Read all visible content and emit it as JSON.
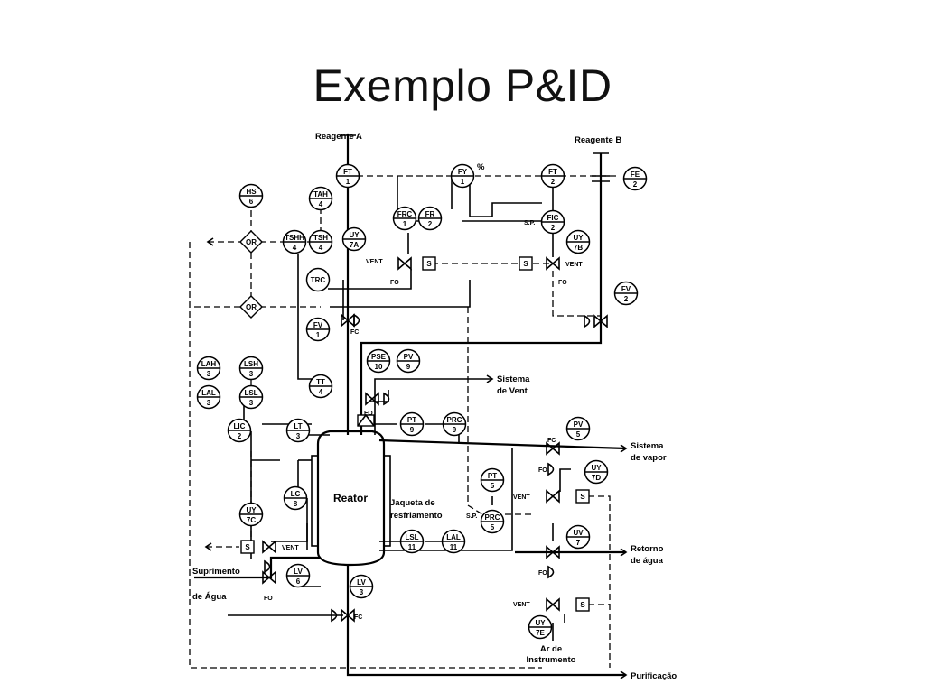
{
  "title": "Exemplo P&ID",
  "labels": {
    "reagente_a": "Reagente A",
    "reagente_b": "Reagente B",
    "sistema_vent_1": "Sistema",
    "sistema_vent_2": "de Vent",
    "sistema_vapor_1": "Sistema",
    "sistema_vapor_2": "de vapor",
    "retorno_1": "Retorno",
    "retorno_2": "de água",
    "suprimento_1": "Suprimento",
    "suprimento_2": "de Água",
    "ar_1": "Ar de",
    "ar_2": "Instrumento",
    "purificacao": "Purificação",
    "reator": "Reator",
    "jaqueta_1": "Jaqueta de",
    "jaqueta_2": "resfriamento",
    "percent": "%"
  },
  "instruments": [
    {
      "id": "ft1",
      "tag": "FT",
      "num": "1"
    },
    {
      "id": "fy1",
      "tag": "FY",
      "num": "1"
    },
    {
      "id": "ft2",
      "tag": "FT",
      "num": "2"
    },
    {
      "id": "fe2",
      "tag": "FE",
      "num": "2"
    },
    {
      "id": "hs6",
      "tag": "HS",
      "num": "6"
    },
    {
      "id": "tah4",
      "tag": "TAH",
      "num": "4"
    },
    {
      "id": "tshh4",
      "tag": "TSHH",
      "num": "4"
    },
    {
      "id": "tsh4",
      "tag": "TSH",
      "num": "4"
    },
    {
      "id": "frc1",
      "tag": "FRC",
      "num": "1"
    },
    {
      "id": "fr2",
      "tag": "FR",
      "num": "2"
    },
    {
      "id": "fic2",
      "tag": "FIC",
      "num": "2"
    },
    {
      "id": "uy7a",
      "tag": "UY",
      "num": "7A"
    },
    {
      "id": "uy7b",
      "tag": "UY",
      "num": "7B"
    },
    {
      "id": "trc",
      "tag": "TRC",
      "num": ""
    },
    {
      "id": "fv1",
      "tag": "FV",
      "num": "1"
    },
    {
      "id": "fv2",
      "tag": "FV",
      "num": "2"
    },
    {
      "id": "lah3",
      "tag": "LAH",
      "num": "3"
    },
    {
      "id": "lsh3",
      "tag": "LSH",
      "num": "3"
    },
    {
      "id": "lal3",
      "tag": "LAL",
      "num": "3"
    },
    {
      "id": "lsl3",
      "tag": "LSL",
      "num": "3"
    },
    {
      "id": "tt4",
      "tag": "TT",
      "num": "4"
    },
    {
      "id": "pse10",
      "tag": "PSE",
      "num": "10"
    },
    {
      "id": "pv9",
      "tag": "PV",
      "num": "9"
    },
    {
      "id": "lic2",
      "tag": "LIC",
      "num": "2"
    },
    {
      "id": "lt3",
      "tag": "LT",
      "num": "3"
    },
    {
      "id": "pt9",
      "tag": "PT",
      "num": "9"
    },
    {
      "id": "prc9",
      "tag": "PRC",
      "num": "9"
    },
    {
      "id": "pv5",
      "tag": "PV",
      "num": "5"
    },
    {
      "id": "uy7d",
      "tag": "UY",
      "num": "7D"
    },
    {
      "id": "pt5",
      "tag": "PT",
      "num": "5"
    },
    {
      "id": "prc5",
      "tag": "PRC",
      "num": "5"
    },
    {
      "id": "lc8",
      "tag": "LC",
      "num": "8"
    },
    {
      "id": "uy7c",
      "tag": "UY",
      "num": "7C"
    },
    {
      "id": "lsl11",
      "tag": "LSL",
      "num": "11"
    },
    {
      "id": "lal11",
      "tag": "LAL",
      "num": "11"
    },
    {
      "id": "lv6",
      "tag": "LV",
      "num": "6"
    },
    {
      "id": "uv7",
      "tag": "UV",
      "num": "7"
    },
    {
      "id": "lv3",
      "tag": "LV",
      "num": "3"
    },
    {
      "id": "uy7e",
      "tag": "UY",
      "num": "7E"
    }
  ],
  "logic_gates": [
    {
      "id": "or1",
      "label": "OR"
    },
    {
      "id": "or2",
      "label": "OR"
    }
  ],
  "solenoids": [
    {
      "id": "s_a",
      "label": "S"
    },
    {
      "id": "s_b",
      "label": "S"
    },
    {
      "id": "s_c",
      "label": "S"
    },
    {
      "id": "s_d",
      "label": "S"
    },
    {
      "id": "s_e",
      "label": "S"
    }
  ],
  "valve_marks": {
    "fo": "FO",
    "fc": "FC",
    "vent": "VENT",
    "sp": "S.P."
  }
}
